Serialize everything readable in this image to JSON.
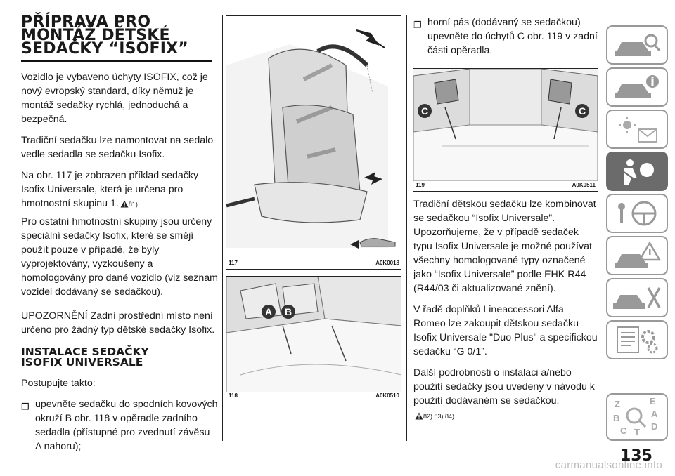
{
  "col1": {
    "title": "PŘÍPRAVA PRO MONTÁŽ DĚTSKÉ SEDAČKY “ISOFIX”",
    "title_lines": [
      "PŘÍPRAVA PRO",
      "MONTÁŽ DĚTSKÉ",
      "SEDAČKY “ISOFIX”"
    ],
    "p1": "Vozidlo je vybaveno úchyty ISOFIX, což je nový evropský standard, díky němuž je montáž sedačky rychlá, jednoduchá a bezpečná.",
    "p2": "Tradiční sedačku lze namontovat na sedalo vedle sedadla se sedačku Isofix.",
    "p3": "Na obr. 117 je zobrazen příklad sedačky Isofix Universale, která je určena pro hmotnostní skupinu 1.",
    "p3_ref": "81)",
    "p4": "Pro ostatní hmotnostní skupiny jsou určeny speciální sedačky Isofix, které se smějí použít pouze v případě, že byly vyprojektovány, vyzkoušeny a homologovány pro dané vozidlo (viz seznam vozidel dodávaný se sedačkou).",
    "p5": "UPOZORNĚNÍ Zadní prostřední místo není určeno pro žádný typ dětské sedačky Isofix.",
    "h2_lines": [
      "INSTALACE SEDAČKY",
      "ISOFIX UNIVERSALE"
    ],
    "p6": "Postupujte takto:",
    "bullet1": "upevněte sedačku do spodních kovových okruží B obr. 118 v opěradle zadního sedadla (přístupné pro zvednutí závěsu A nahoru);"
  },
  "col3": {
    "bullet2": "horní pás (dodávaný se sedačkou) upevněte do úchytů C obr. 119 v zadní části opěradla.",
    "p1": "Tradiční dětskou sedačku lze kombinovat se sedačkou “Isofix Universale”. Upozorňujeme, že v případě sedaček typu Isofix Universale je možné používat všechny homologované typy označené jako “Isofix Universale” podle EHK R44 (R44/03 či aktualizované znění).",
    "p2": "V řadě doplňků Lineaccessori Alfa Romeo lze zakoupit dětskou sedačku Isofix Universale \"Duo Plus\" a specifickou sedačku “G 0/1”.",
    "p3": "Další podrobnosti o instalaci a/nebo použití sedačky jsou uvedeny v návodu k použití dodávaném se sedačkou.",
    "p3_refs": "82) 83) 84)"
  },
  "figures": {
    "f117": {
      "num": "117",
      "code": "A0K0018"
    },
    "f118": {
      "num": "118",
      "code": "A0K0510",
      "label_a": "A",
      "label_b": "B"
    },
    "f119": {
      "num": "119",
      "code": "A0K0511",
      "label_c": "C"
    }
  },
  "sidebar": {
    "tabs": [
      {
        "icon": "car-search-icon"
      },
      {
        "icon": "car-info-icon"
      },
      {
        "icon": "dashboard-lights-icon"
      },
      {
        "icon": "airbag-seat-icon",
        "active": true
      },
      {
        "icon": "steering-wheel-key-icon"
      },
      {
        "icon": "car-warning-icon"
      },
      {
        "icon": "car-tools-icon"
      },
      {
        "icon": "specs-gears-icon"
      },
      {
        "icon": "index-letters-icon"
      }
    ],
    "index_letters": [
      "Z",
      "E",
      "B",
      "A",
      "C",
      "T",
      "D"
    ]
  },
  "page_number": "135",
  "watermark": "carmanualsonline.info",
  "colors": {
    "accent_tab": "#6b6b6b",
    "tab_border": "#999999",
    "text": "#1a1a1a",
    "callout": "#333333"
  }
}
